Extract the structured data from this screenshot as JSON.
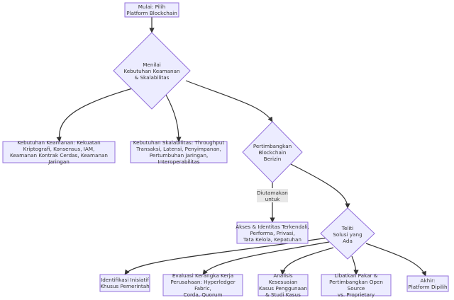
{
  "colors": {
    "node_fill": "#ECECFF",
    "node_stroke": "#9370DB",
    "edge": "#333333",
    "text": "#333333",
    "edge_label_bg": "#e8e8e8"
  },
  "nodes": {
    "start": "Mulai: Pilih\nPlatform Blockchain",
    "assess": "Menilai\nKebutuhan Keamanan\n& Skalabilitas",
    "security": "Kebutuhan Keamanan: Kekuatan\nKriptografi, Konsensus, IAM,\nKeamanan Kontrak Cerdas, Keamanan Jaringan",
    "scalability": "Kebutuhan Skalabilitas: Throughput\nTransaksi, Latensi, Penyimpanan,\nPertumbuhan Jaringan, Interoperabilitas",
    "permissioned": "Pertimbangkan\nBlockchain\nBerizin",
    "access": "Akses & Identitas Terkendali,\nPerforma, Privasi,\nTata Kelola, Kepatuhan",
    "research": "Teliti\nSolusi yang\nAda",
    "government": "Identifikasi Inisiatif\nKhusus Pemerintah",
    "frameworks": "Evaluasi Kerangka Kerja\nPerusahaan: Hyperledger Fabric,\nCorda, Quorum",
    "usecases": "Analisis Kesesuaian\nKasus Penggunaan\n& Studi Kasus",
    "experts": "Libatkan Pakar &\nPertimbangkan Open Source\nvs. Proprietary",
    "end": "Akhir:\nPlatform Dipilih"
  },
  "edge_labels": {
    "prioritized_for": "Diutamakan\nuntuk"
  }
}
